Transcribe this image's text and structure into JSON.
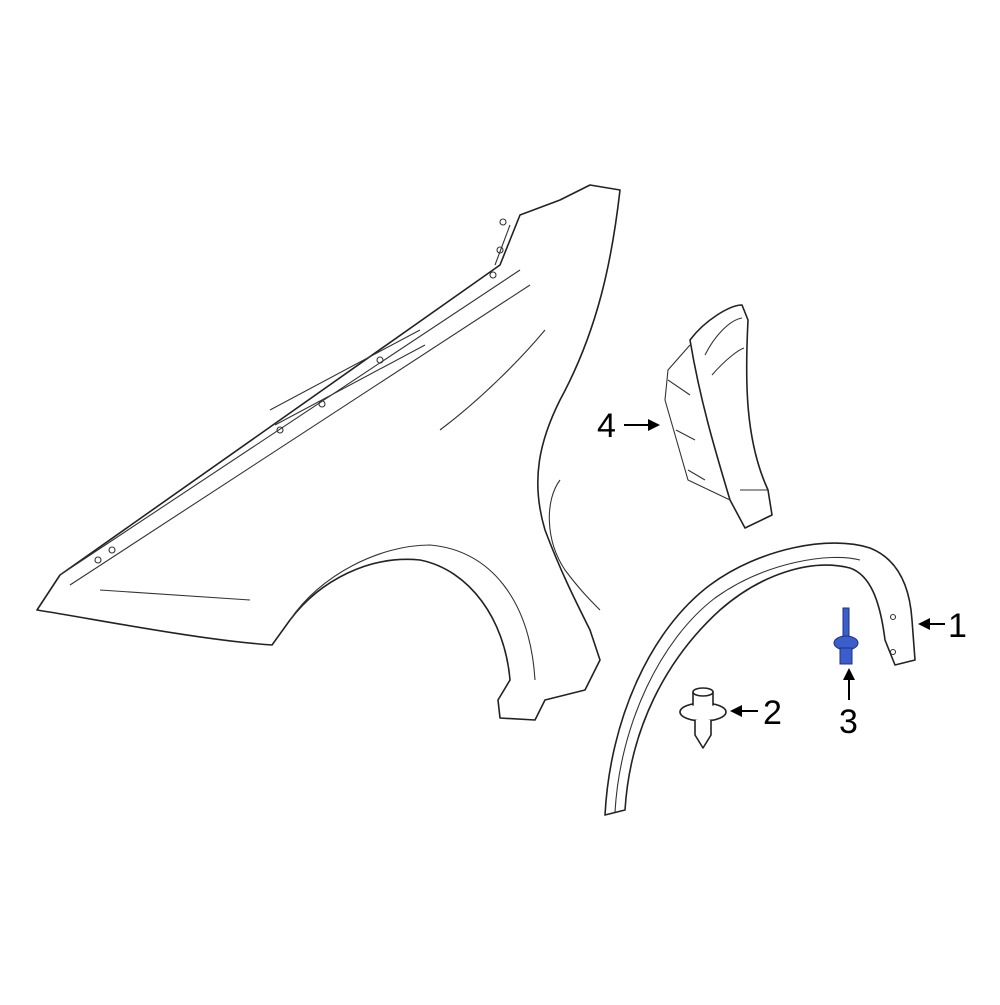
{
  "diagram": {
    "highlight_color": "#3a5fcd",
    "callouts": [
      {
        "label": "1",
        "part": "wheel-arch-trim"
      },
      {
        "label": "2",
        "part": "push-clip"
      },
      {
        "label": "3",
        "part": "rivet",
        "highlighted": true
      },
      {
        "label": "4",
        "part": "fender-vent-trim"
      }
    ]
  }
}
